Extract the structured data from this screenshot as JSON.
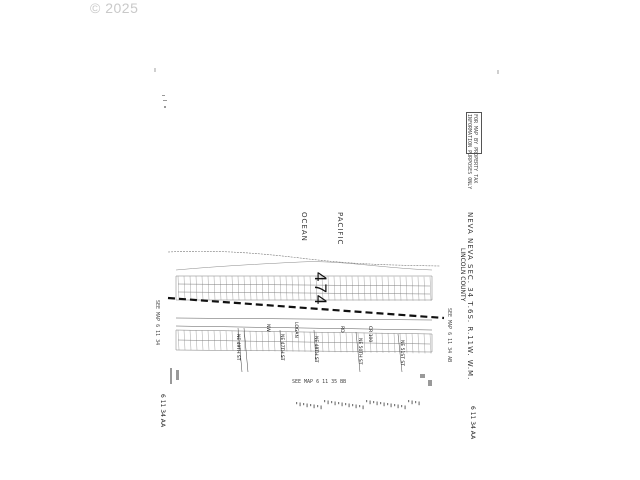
{
  "copyright": "© 2025",
  "map": {
    "title_line1": "NEVA NEVA SEC. 34 T.6S. R.11W. W.M.",
    "title_line2": "LINCOLN COUNTY",
    "ocean_word1": "PACIFIC",
    "ocean_word2": "OCEAN",
    "map_number": "474",
    "corner_label_left": "6 11 34 AA",
    "corner_label_right": "6 11 34 AA",
    "see_map_left": "SEE MAP 6 11 34",
    "see_map_right": "SEE MAP 6 11 34 AB",
    "see_map_bottom": "SEE MAP 6 11 35 BB",
    "road_labels": [
      "NW",
      "LOGAN",
      "RD",
      "CR 100"
    ],
    "street_labels": [
      "NE 49TH ST",
      "NE 47TH ST",
      "NE 48TH ST",
      "NE 50TH ST",
      "NE 51ST ST"
    ],
    "stamp_lines": [
      "FOR MAP BY PROPERTY TAX",
      "INFORMATION PURPOSES ONLY"
    ],
    "colors": {
      "linework": "#666666",
      "dash_line": "#111111",
      "watermark": "#c9c9c9"
    }
  }
}
